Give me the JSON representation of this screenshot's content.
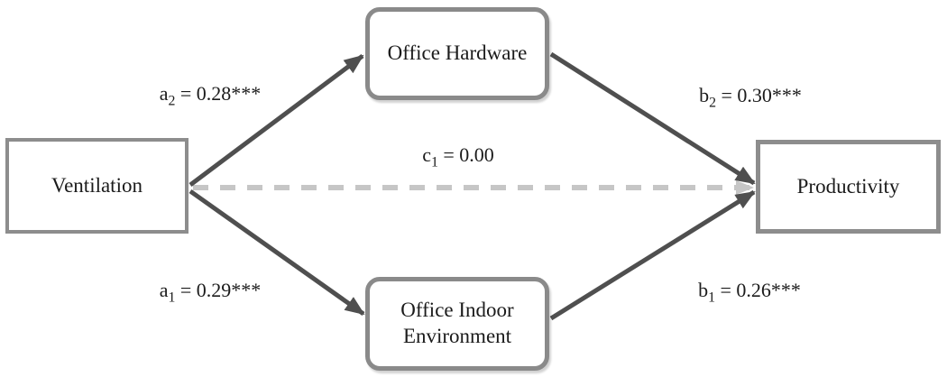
{
  "colors": {
    "arrow": "#4f4f4f",
    "dashed": "#c6c6c6",
    "node_border": "#8d8d8d",
    "rounded_border": "#8a8a8a",
    "text": "#1b1b1b",
    "background": "#ffffff"
  },
  "diagram": {
    "nodes": {
      "ventilation": {
        "label": "Ventilation"
      },
      "office_hardware": {
        "label": "Office Hardware"
      },
      "office_indoor_environment": {
        "label": "Office Indoor Environment"
      },
      "productivity": {
        "label": "Productivity"
      }
    },
    "edges": [
      {
        "id": "a2",
        "from": "ventilation",
        "to": "office_hardware",
        "style": "solid",
        "label_var": "a",
        "label_sub": "2",
        "label_rest": " = 0.28***"
      },
      {
        "id": "b2",
        "from": "office_hardware",
        "to": "productivity",
        "style": "solid",
        "label_var": "b",
        "label_sub": "2",
        "label_rest": " = 0.30***"
      },
      {
        "id": "a1",
        "from": "ventilation",
        "to": "office_indoor_environment",
        "style": "solid",
        "label_var": "a",
        "label_sub": "1",
        "label_rest": " = 0.29***"
      },
      {
        "id": "b1",
        "from": "office_indoor_environment",
        "to": "productivity",
        "style": "solid",
        "label_var": "b",
        "label_sub": "1",
        "label_rest": " = 0.26***"
      },
      {
        "id": "c1",
        "from": "ventilation",
        "to": "productivity",
        "style": "dashed",
        "label_var": "c",
        "label_sub": "1",
        "label_rest": " = 0.00"
      }
    ]
  }
}
